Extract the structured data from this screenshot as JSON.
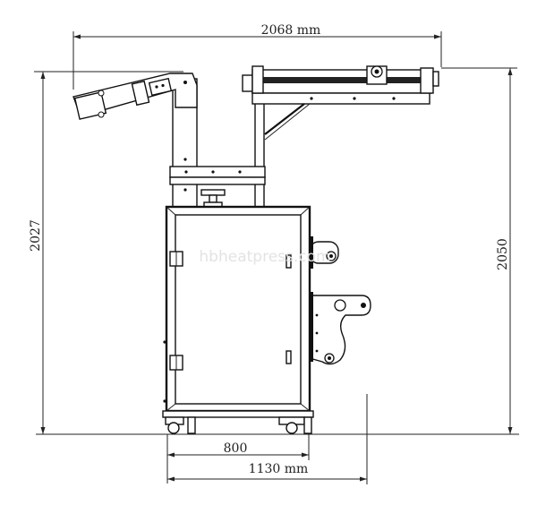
{
  "dimensions": {
    "top_width": "2068 mm",
    "left_height": "2027",
    "right_height": "2050",
    "base_inner_width": "800",
    "base_outer_width": "1130 mm"
  },
  "watermark": "hbheatpress.com"
}
